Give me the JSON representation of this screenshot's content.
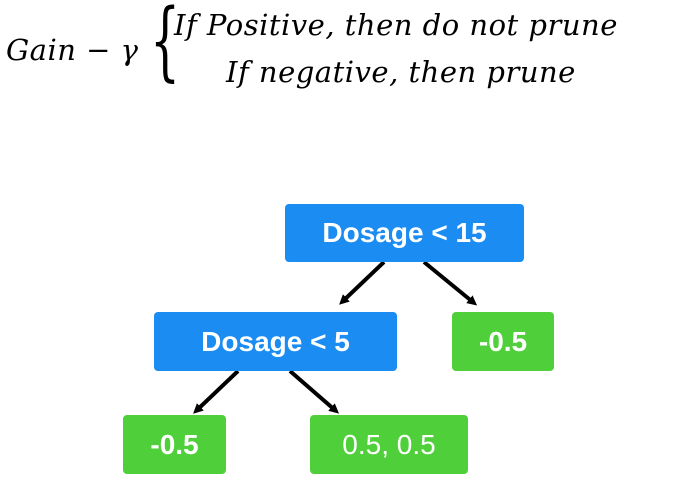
{
  "formula": {
    "lhs": "Gain − γ",
    "case_positive": "If Positive, then do not prune",
    "case_negative": "If negative, then prune"
  },
  "tree": {
    "root": {
      "label": "Dosage < 15",
      "color": "#1a8cf2"
    },
    "left_internal": {
      "label": "Dosage < 5",
      "color": "#1a8cf2"
    },
    "right_leaf": {
      "label": "-0.5",
      "color": "#4fd03a"
    },
    "left_left_leaf": {
      "label": "-0.5",
      "color": "#4fd03a"
    },
    "left_right_leaf": {
      "label": "0.5, 0.5",
      "color": "#4fd03a"
    }
  }
}
